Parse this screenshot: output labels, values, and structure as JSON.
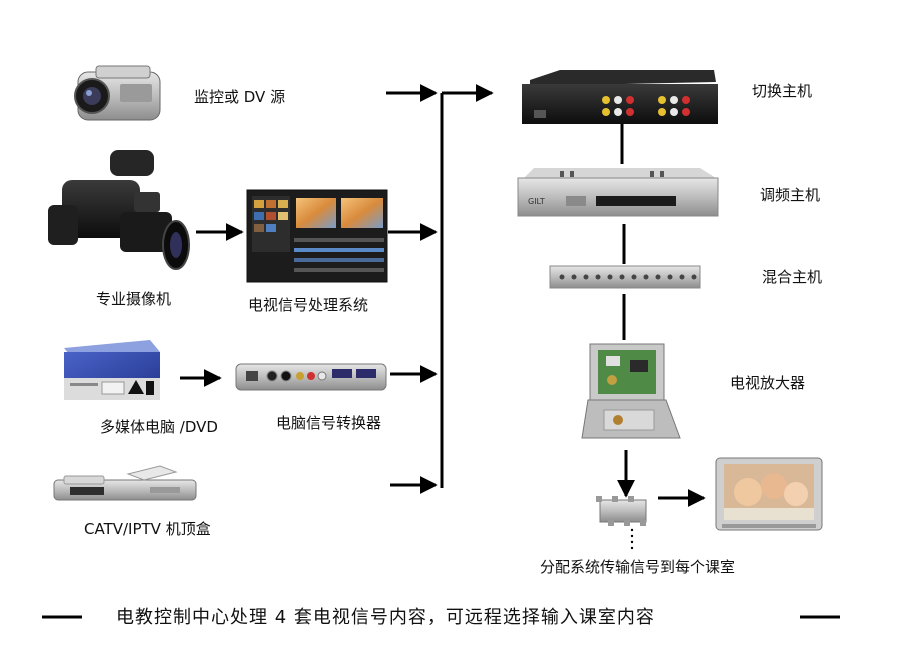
{
  "sources": {
    "camcorder": "监控或 DV 源",
    "pro_camera": "专业摄像机",
    "editing_system": "电视信号处理系统",
    "multimedia_pc": "多媒体电脑 /DVD",
    "converter": "电脑信号转换器",
    "settop_box": "CATV/IPTV 机顶盒"
  },
  "chain": {
    "switcher": "切换主机",
    "modulator": "调频主机",
    "mixer": "混合主机",
    "amplifier": "电视放大器",
    "distribution": "分配系统传输信号到每个课室"
  },
  "device_text": {
    "modulator_brand": "GILT"
  },
  "caption": "电教控制中心处理 4 套电视信号内容，可远程选择输入课室内容",
  "colors": {
    "line": "#000000",
    "device_dark": "#1b1b1b",
    "device_silver": "#b9b9b9",
    "screen_blue": "#2b5ea8",
    "pc_blue": "#3047a6",
    "pcb_green": "#4f8a46"
  }
}
